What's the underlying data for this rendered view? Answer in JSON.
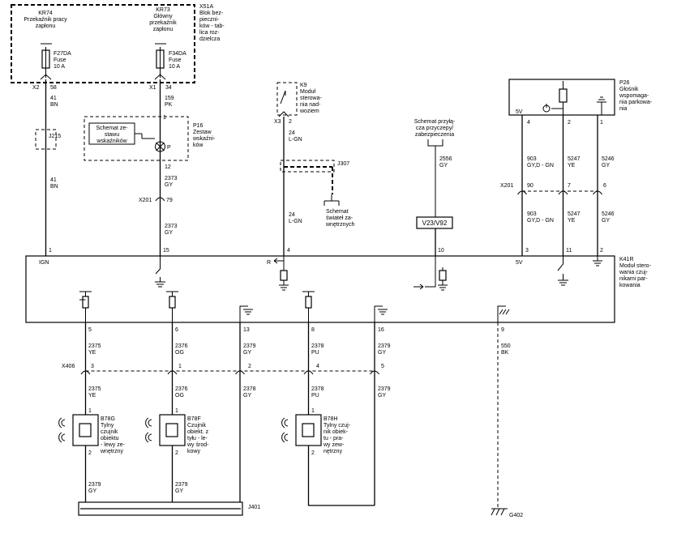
{
  "x51a": {
    "title": "X51A",
    "l1": "Blok bez-",
    "l2": "pieczni-",
    "l3": "ków - tab-",
    "l4": "lica roz-",
    "l5": "dzielcza"
  },
  "kr74": {
    "name": "KR74",
    "l1": "Przekaźnik pracy",
    "l2": "zapłonu"
  },
  "kr73": {
    "name": "KR73",
    "l1": "Główny",
    "l2": "przekaźnik",
    "l3": "zapłonu"
  },
  "f27da": {
    "name": "F27DA",
    "l1": "Fuse",
    "l2": "10 A"
  },
  "f34da": {
    "name": "F34DA",
    "l1": "Fuse",
    "l2": "10 A"
  },
  "pins_top": {
    "x2": "X2",
    "p58": "58",
    "x1": "X1",
    "p34": "34"
  },
  "wire41": {
    "num": "41",
    "col": "BN"
  },
  "wire159": {
    "num": "159",
    "col": "PK"
  },
  "j215": {
    "name": "J215"
  },
  "wire41b": {
    "num": "41",
    "col": "BN"
  },
  "p16": {
    "name": "P16",
    "l1": "Zestaw",
    "l2": "wskaźni-",
    "l3": "ków",
    "pin1": "1",
    "pin12": "12"
  },
  "schemat_zes": {
    "l1": "Schemat ze-",
    "l2": "stawu",
    "l3": "wskaźników"
  },
  "wire2373a": {
    "num": "2373",
    "col": "GY"
  },
  "x201a": {
    "name": "X201",
    "pin": "79"
  },
  "wire2373b": {
    "num": "2373",
    "col": "GY"
  },
  "k9": {
    "name": "K9",
    "l1": "Moduł",
    "l2": "sterowa-",
    "l3": "nia nad-",
    "l4": "woziem",
    "x3": "X3",
    "pin": "2"
  },
  "wire24a": {
    "num": "24",
    "col": "L-GN"
  },
  "j307": {
    "name": "J307"
  },
  "schemat_sw": {
    "l1": "Schemat",
    "l2": "świateł za-",
    "l3": "wnętrznych"
  },
  "wire24b": {
    "num": "24",
    "col": "L-GN"
  },
  "schemat_prz": {
    "l1": "Schemat przyłą-",
    "l2": "cza przyczepy/",
    "l3": "zabezpieczenia"
  },
  "wire2556": {
    "num": "2556",
    "col": "GY"
  },
  "v23": {
    "label": "V23/V92"
  },
  "p26": {
    "name": "P26",
    "l1": "Głośnik",
    "l2": "wspomaga-",
    "l3": "nia parkowa-",
    "l4": "nia",
    "v5": "5V",
    "pin4": "4",
    "pin2": "2",
    "pin1": "1"
  },
  "w903a": {
    "num": "903",
    "col": "GY,D - GN"
  },
  "w5247a": {
    "num": "5247",
    "col": "YE"
  },
  "w5246a": {
    "num": "5246",
    "col": "GY"
  },
  "x201b": {
    "name": "X201",
    "p90": "90",
    "p7": "7",
    "p6": "6"
  },
  "w903b": {
    "num": "903",
    "col": "GY,D - GN"
  },
  "w5247b": {
    "num": "5247",
    "col": "YE"
  },
  "w5246b": {
    "num": "5246",
    "col": "GY"
  },
  "k41r": {
    "name": "K41R",
    "l1": "Moduł stero-",
    "l2": "wania czuj-",
    "l3": "nikami par-",
    "l4": "kowania",
    "ign": "IGN",
    "r": "R",
    "v5": "5V",
    "top_pins": [
      "1",
      "15",
      "4",
      "10",
      "3",
      "11",
      "2"
    ],
    "bot_pins": [
      "5",
      "6",
      "13",
      "8",
      "16",
      "9"
    ]
  },
  "wires_bot1": [
    {
      "num": "2375",
      "col": "YE"
    },
    {
      "num": "2376",
      "col": "OG"
    },
    {
      "num": "2379",
      "col": "GY"
    },
    {
      "num": "2378",
      "col": "PU"
    },
    {
      "num": "2379",
      "col": "GY"
    },
    {
      "num": "550",
      "col": "BK"
    }
  ],
  "x406": {
    "name": "X406",
    "pins": [
      "3",
      "1",
      "2",
      "4",
      "5"
    ]
  },
  "wires_bot2": [
    {
      "num": "2375",
      "col": "YE"
    },
    {
      "num": "2376",
      "col": "OG"
    },
    {
      "num": "2378",
      "col": "GY"
    },
    {
      "num": "2378",
      "col": "PU"
    },
    {
      "num": "2379",
      "col": "GY"
    }
  ],
  "b78g": {
    "name": "B78G",
    "l1": "Tylny",
    "l2": "czujnik",
    "l3": "obiektu",
    "l4": "- lewy ze-",
    "l5": "wnętrzny",
    "p1": "1",
    "p2": "2"
  },
  "b78f": {
    "name": "B78F",
    "l1": "Czujnik",
    "l2": "obiekt. z",
    "l3": "tyłu - le-",
    "l4": "wy środ-",
    "l5": "kowy",
    "p1": "1",
    "p2": "2"
  },
  "b78h": {
    "name": "B78H",
    "l1": "Tylny czuj-",
    "l2": "nik obiek-",
    "l3": "tu - pra-",
    "l4": "wy zew-",
    "l5": "nętrzny",
    "p1": "1",
    "p2": "2"
  },
  "wires_bot3": [
    {
      "num": "2379",
      "col": "GY"
    },
    {
      "num": "2379",
      "col": "GY"
    }
  ],
  "j401": {
    "name": "J401"
  },
  "g402": {
    "name": "G402"
  }
}
